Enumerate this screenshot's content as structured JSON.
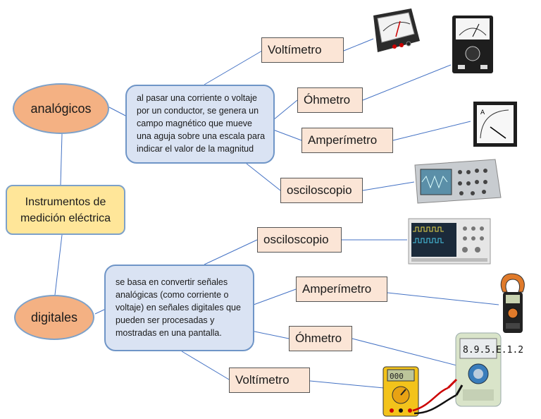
{
  "central": "Instrumentos de medición eléctrica",
  "analog": {
    "title": "analógicos",
    "description": "al pasar una corriente o voltaje por un conductor, se genera un campo magnético que mueve una aguja sobre una escala para indicar el valor de la magnitud",
    "instruments": [
      "Voltímetro",
      "Óhmetro",
      "Amperímetro",
      "osciloscopio"
    ]
  },
  "digital": {
    "title": "digitales",
    "description": "se basa en convertir señales analógicas (como corriente o voltaje) en señales digitales que pueden ser procesadas y mostradas en una pantalla.",
    "instruments": [
      "osciloscopio",
      "Amperímetro",
      "Óhmetro",
      "Voltímetro"
    ],
    "multimeter_display": "8.9.5.E.1.2"
  },
  "colors": {
    "category": "#f4b183",
    "central": "#ffe699",
    "description": "#dae3f3",
    "instrument_label": "#fbe5d6",
    "connector": "#4472c4"
  }
}
